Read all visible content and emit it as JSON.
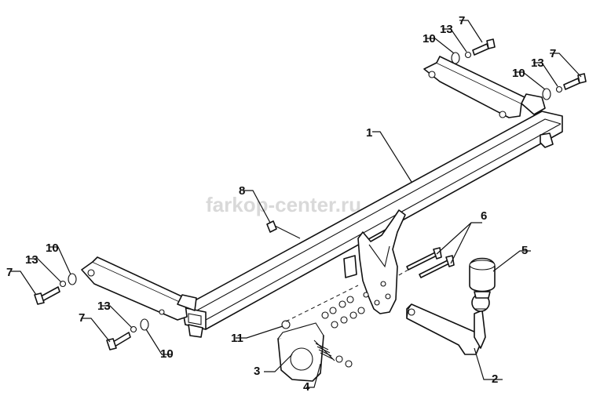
{
  "watermark": "farkop-center.ru",
  "callouts": [
    {
      "id": "c1",
      "label": "1"
    },
    {
      "id": "c2",
      "label": "2"
    },
    {
      "id": "c3",
      "label": "3"
    },
    {
      "id": "c4",
      "label": "4"
    },
    {
      "id": "c5",
      "label": "5"
    },
    {
      "id": "c6",
      "label": "6"
    },
    {
      "id": "c7a",
      "label": "7"
    },
    {
      "id": "c7b",
      "label": "7"
    },
    {
      "id": "c7c",
      "label": "7"
    },
    {
      "id": "c7d",
      "label": "7"
    },
    {
      "id": "c8",
      "label": "8"
    },
    {
      "id": "c10a",
      "label": "10"
    },
    {
      "id": "c10b",
      "label": "10"
    },
    {
      "id": "c10c",
      "label": "10"
    },
    {
      "id": "c10d",
      "label": "10"
    },
    {
      "id": "c11",
      "label": "11"
    },
    {
      "id": "c13a",
      "label": "13"
    },
    {
      "id": "c13b",
      "label": "13"
    },
    {
      "id": "c13c",
      "label": "13"
    },
    {
      "id": "c13d",
      "label": "13"
    }
  ]
}
